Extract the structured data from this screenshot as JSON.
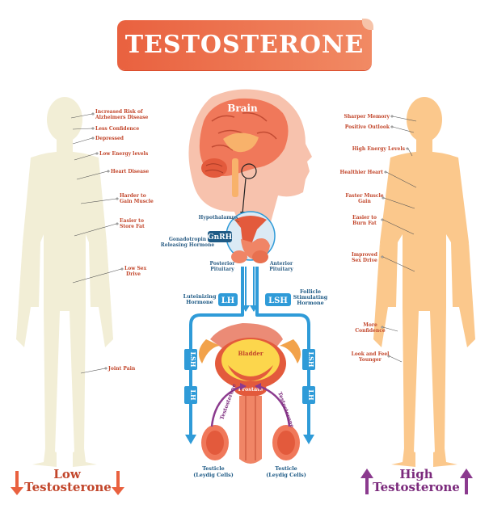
{
  "title": "TESTOSTERONE",
  "brain_label": "Brain",
  "center": {
    "hypothalamus": "Hypothalamus",
    "gnrh": "GnRH",
    "gnrh_desc_1": "Gonadotropin",
    "gnrh_desc_2": "Releasing Hormone",
    "posterior_1": "Posterior",
    "posterior_2": "Pituitary",
    "anterior_1": "Anterior",
    "anterior_2": "Pituitary",
    "lh": "LH",
    "lsh": "LSH",
    "lh_desc_1": "Luteinizing",
    "lh_desc_2": "Hormone",
    "lsh_desc_1": "Follicle",
    "lsh_desc_2": "Stimulating",
    "lsh_desc_3": "Hormone",
    "bladder": "Bladder",
    "prostate": "Prostate",
    "testosterone": "Testosterone",
    "testicle": "Testicle",
    "leydig": "(Leydig Cells)"
  },
  "low": {
    "labels": [
      "Increased Risk of",
      "Alzheimers Disease",
      "Less Confidence",
      "Depressed",
      "Low Energy levels",
      "Heart Disease",
      "Harder to",
      "Gain Muscle",
      "Easier to",
      "Store Fat",
      "Low Sex",
      "Drive",
      "Joint Pain"
    ],
    "footer_1": "Low",
    "footer_2": "Testosterone"
  },
  "high": {
    "labels": [
      "Sharper Memory",
      "Positive Outlook",
      "High Energy Levels",
      "Healthier Heart",
      "Faster Muscle",
      "Gain",
      "Easier to",
      "Burn Fat",
      "Improved",
      "Sex Drive",
      "More",
      "Confidence",
      "Look and Feel",
      "Younger"
    ],
    "footer_1": "High",
    "footer_2": "Testosterone"
  },
  "colors": {
    "accent": "#e9613f",
    "low_body": "#f2eed6",
    "high_body": "#fbc88c",
    "blue": "#2f9bd8",
    "text_red": "#c2462b",
    "text_blue": "#1f5b86",
    "high_text": "#7b2a7c"
  }
}
